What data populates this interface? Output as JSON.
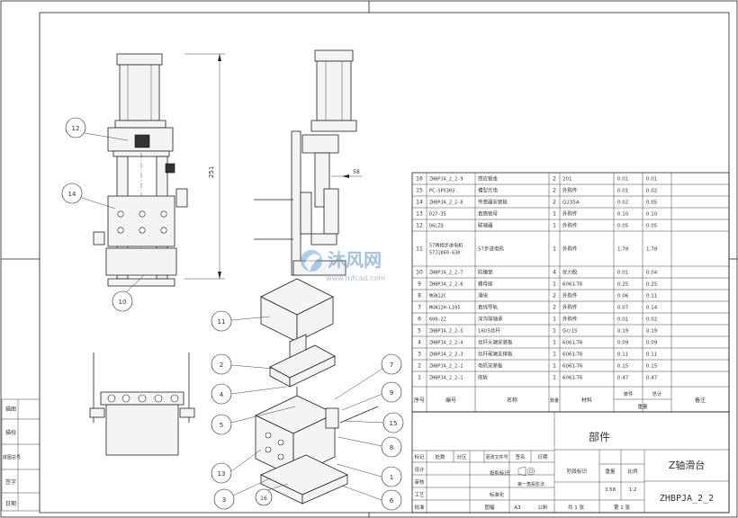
{
  "balloons": {
    "b12": "12",
    "b14": "14",
    "b10": "10",
    "b11": "11",
    "b2": "2",
    "b4": "4",
    "b5": "5",
    "b13": "13",
    "b3": "3",
    "b16": "16",
    "b7": "7",
    "b9": "9",
    "b15": "15",
    "b8": "8",
    "b1": "1",
    "b6": "6"
  },
  "dimensions": {
    "height": "251",
    "offset": "58"
  },
  "left_strip": [
    "描图",
    "描校",
    "底图总号",
    "签字",
    "日期"
  ],
  "bom": {
    "rows": [
      {
        "no": "16",
        "code": "ZHBPJA_2_2-9",
        "name": "感应钣金",
        "qty": "2",
        "material": "201",
        "unit": "0.01",
        "total": "0.01"
      },
      {
        "no": "15",
        "code": "PC-SPX303",
        "name": "槽型光电",
        "qty": "2",
        "material": "外购件",
        "unit": "0.01",
        "total": "0.02"
      },
      {
        "no": "14",
        "code": "ZHBPJA_2_2-8",
        "name": "传感器安装板",
        "qty": "2",
        "material": "Q235A",
        "unit": "0.02",
        "total": "0.05"
      },
      {
        "no": "13",
        "code": "D27-35",
        "name": "直筒锁母",
        "qty": "1",
        "material": "外购件",
        "unit": "0.10",
        "total": "0.10"
      },
      {
        "no": "12",
        "code": "D6LZQ",
        "name": "联轴器",
        "qty": "1",
        "material": "外购件",
        "unit": "0.05",
        "total": "0.05"
      },
      {
        "no": "11",
        "code": "57两相步进电机 57J1860-630",
        "name": "57步进电机",
        "qty": "1",
        "material": "外购件",
        "unit": "1.78",
        "total": "1.78"
      },
      {
        "no": "10",
        "code": "ZHBPJA_2_2-7",
        "name": "防撞垫",
        "qty": "4",
        "material": "优力胶",
        "unit": "0.01",
        "total": "0.04"
      },
      {
        "no": "9",
        "code": "ZHBPJA_2_2-6",
        "name": "螺母座",
        "qty": "1",
        "material": "6061-T6",
        "unit": "0.25",
        "total": "0.25"
      },
      {
        "no": "8",
        "code": "MGN12C",
        "name": "滑块",
        "qty": "2",
        "material": "外购件",
        "unit": "0.06",
        "total": "0.11"
      },
      {
        "no": "7",
        "code": "MGN12H-L105",
        "name": "直线导轨",
        "qty": "2",
        "material": "外购件",
        "unit": "0.07",
        "total": "0.14"
      },
      {
        "no": "6",
        "code": "608-2Z",
        "name": "深沟球轴承",
        "qty": "1",
        "material": "外购件",
        "unit": "0.01",
        "total": "0.02"
      },
      {
        "no": "5",
        "code": "ZHBPJA_2_2-5",
        "name": "1605丝杆",
        "qty": "1",
        "material": "Gcr15",
        "unit": "0.19",
        "total": "0.19"
      },
      {
        "no": "4",
        "code": "ZHBPJA_2_2-4",
        "name": "丝杆头端安装板",
        "qty": "1",
        "material": "6061-T6",
        "unit": "0.09",
        "total": "0.09"
      },
      {
        "no": "3",
        "code": "ZHBPJA_2_2-3",
        "name": "丝杆尾端支撑板",
        "qty": "1",
        "material": "6061-T6",
        "unit": "0.11",
        "total": "0.11"
      },
      {
        "no": "2",
        "code": "ZHBPJA_2_2-2",
        "name": "电机安装板",
        "qty": "1",
        "material": "6061-T6",
        "unit": "0.15",
        "total": "0.15"
      },
      {
        "no": "1",
        "code": "ZHBPJA_2_2-1",
        "name": "底板",
        "qty": "1",
        "material": "6061-T6",
        "unit": "0.47",
        "total": "0.47"
      }
    ],
    "header": {
      "no": "序号",
      "code": "编号",
      "name": "名称",
      "qty": "数量",
      "material": "材料",
      "unit": "单件",
      "total": "总计",
      "weight": "重量",
      "remark": "备注"
    }
  },
  "title_block": {
    "category": "部件",
    "drawing_name": "Z轴滑台",
    "drawing_code": "ZHBPJA_2_2",
    "rev_headers": [
      "标记",
      "处数",
      "分区",
      "更改文件号",
      "签名",
      "日期"
    ],
    "roles": [
      "设计",
      "审核",
      "工艺",
      "批准"
    ],
    "std_label": "标准化",
    "proj_label": "投影标识",
    "angle_label": "第一角投影法",
    "stage_label": "阶段标识",
    "weight_label": "重量",
    "scale_label": "比例",
    "weight_value": "3.58",
    "scale_value": "1:2",
    "sheet_label": "图幅",
    "sheet_value": "A3",
    "company_label": "公制",
    "total_sheets": "共 1 张",
    "sheet_no": "第 1 张"
  },
  "watermark": {
    "brand": "沐风网",
    "url": "www.mfcad.com"
  }
}
